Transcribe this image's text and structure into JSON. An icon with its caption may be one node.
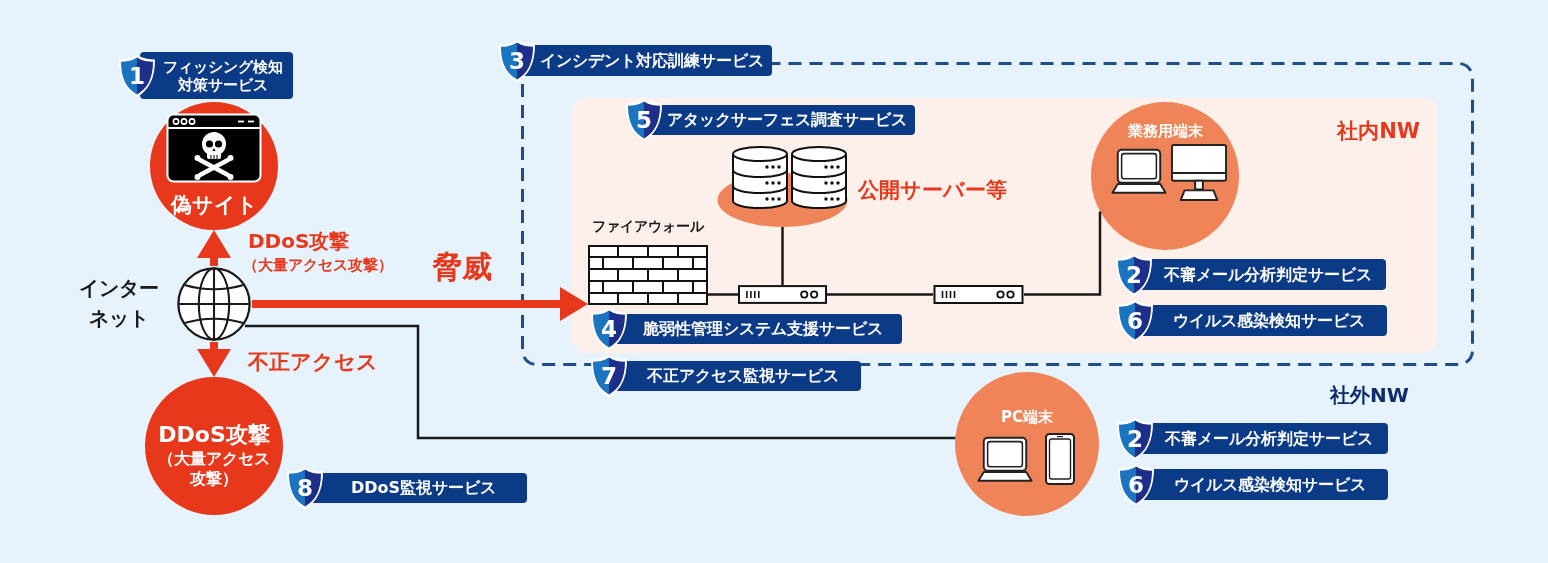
{
  "diagram": {
    "nodes": [
      {
        "text": [
          "1",
          "フィッシング検知対策サービス"
        ]
      },
      {
        "text": [
          "偽サイト"
        ]
      },
      {
        "text": [
          "インターネット"
        ]
      },
      {
        "text": [
          "DDoS攻撃",
          "（大量アクセス攻撃）"
        ]
      },
      {
        "text": [
          "8",
          "DDoS監視サービス"
        ]
      },
      {
        "text": [
          "3",
          "インシデント対応訓練サービス"
        ]
      },
      {
        "text": [],
        "shape": "box"
      },
      {
        "text": [
          "社内NW"
        ],
        "in": 6
      },
      {
        "text": [
          "5",
          "アタックサーフェス調査サービス"
        ],
        "in": 7
      },
      {
        "text": [
          "公開サーバー等"
        ],
        "in": 7
      },
      {
        "text": [
          "ファイアウォール"
        ],
        "in": 7
      },
      {
        "text": [],
        "shape": "picture",
        "in": 7
      },
      {
        "text": [],
        "shape": "picture",
        "in": 7
      },
      {
        "text": [
          "業務用端末"
        ],
        "in": 7
      },
      {
        "text": [
          "2",
          "不審メール分析判定サービス"
        ],
        "in": 7
      },
      {
        "text": [
          "6",
          "ウイルス感染検知サービス"
        ],
        "in": 7
      },
      {
        "text": [
          "4",
          "脆弱性管理システム支援サービス"
        ],
        "in": 7
      },
      {
        "text": [
          "7",
          "不正アクセス監視サービス"
        ]
      },
      {
        "text": [
          "PC端末"
        ]
      },
      {
        "text": [
          "2",
          "不審メール分析判定サービス"
        ]
      },
      {
        "text": [
          "6",
          "ウイルス感染検知サービス"
        ]
      }
    ],
    "edges": [
      {
        "from": 2,
        "to": 1,
        "arrow": "to",
        "style": "thick",
        "color": "#e8381b"
      },
      {
        "from": 2,
        "to": 3,
        "arrow": "to",
        "style": "thick",
        "color": "#e8381b"
      },
      {
        "from": 2,
        "to": 10,
        "arrow": "to",
        "label": "脅威",
        "style": "thick",
        "color": "#e8381b"
      },
      {
        "from": 10,
        "to": 11,
        "arrow": "none"
      },
      {
        "from": 11,
        "to": 9,
        "arrow": "none"
      },
      {
        "from": 11,
        "to": 12,
        "arrow": "none"
      },
      {
        "from": 12,
        "to": 13,
        "arrow": "none"
      },
      {
        "from": 2,
        "to": 18,
        "arrow": "none"
      }
    ],
    "labels": [
      "DDoS攻撃",
      "（大量アクセス攻撃）",
      "不正アクセス",
      "社外NW"
    ]
  }
}
